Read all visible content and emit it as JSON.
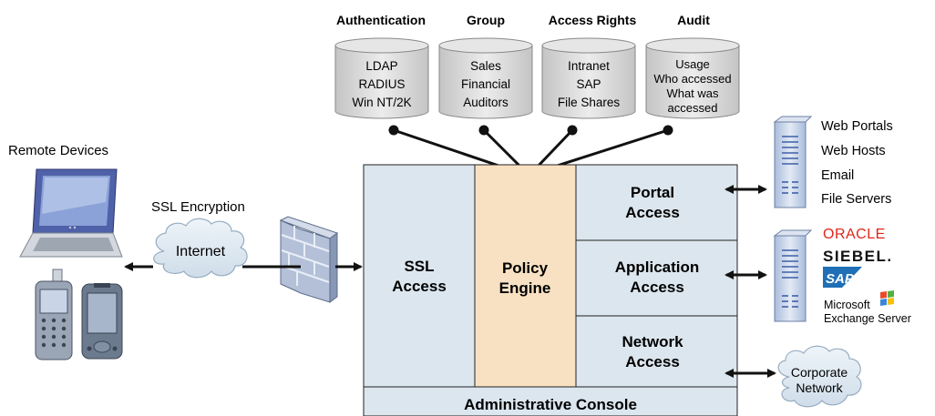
{
  "colors": {
    "panel_fill": "#dce6ee",
    "policy_fill": "#f8e1c2",
    "stroke": "#222222",
    "cylinder_fill": "#d6d6d6",
    "cloud_fill": "#dfe9f1",
    "firewall_fill": "#aab8d2",
    "server_fill": "#c9d6ea",
    "oracle_red": "#e0261a",
    "sap_blue": "#1f6fb6",
    "windows_flag": [
      "#e84a2a",
      "#52b043",
      "#3a86d8",
      "#f4c20d"
    ]
  },
  "left": {
    "remote_devices_label": "Remote Devices",
    "ssl_encryption_label": "SSL Encryption",
    "internet_label": "Internet",
    "icons": [
      "laptop-icon",
      "cell-phone-icon",
      "pda-icon",
      "firewall-icon"
    ]
  },
  "directories": [
    {
      "heading": "Authentication",
      "lines": [
        "LDAP",
        "RADIUS",
        "Win NT/2K"
      ]
    },
    {
      "heading": "Group",
      "lines": [
        "Sales",
        "Financial",
        "Auditors"
      ]
    },
    {
      "heading": "Access Rights",
      "lines": [
        "Intranet",
        "SAP",
        "File Shares"
      ]
    },
    {
      "heading": "Audit",
      "lines": [
        "Usage",
        "Who accessed",
        "What was",
        "accessed"
      ]
    }
  ],
  "center": {
    "ssl_access": [
      "SSL",
      "Access"
    ],
    "policy_engine": [
      "Policy",
      "Engine"
    ],
    "portal_access": [
      "Portal",
      "Access"
    ],
    "application_access": [
      "Application",
      "Access"
    ],
    "network_access": [
      "Network",
      "Access"
    ],
    "admin_console": "Administrative Console"
  },
  "right": {
    "web_services": [
      "Web Portals",
      "Web Hosts",
      "Email",
      "File Servers"
    ],
    "app_vendors": {
      "oracle": "ORACLE",
      "siebel": "SIEBEL.",
      "sap": "SAP",
      "microsoft_line1": "Microsoft",
      "microsoft_line2": "Exchange Server"
    },
    "corporate_network": [
      "Corporate",
      "Network"
    ]
  }
}
